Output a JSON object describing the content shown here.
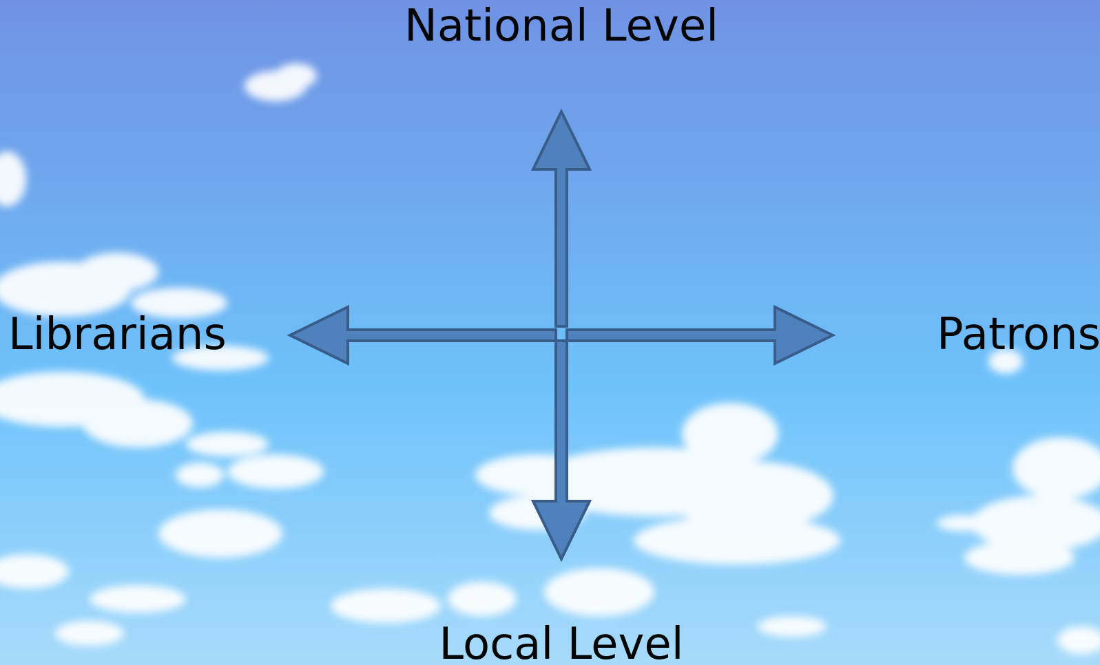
{
  "diagram": {
    "top_label": "National Level",
    "bottom_label": "Local Level",
    "left_label": "Librarians",
    "right_label": "Patrons"
  },
  "colors": {
    "arrow_fill": "#4f81bd",
    "arrow_stroke": "#385d8a",
    "sky_top": "#7092e4",
    "sky_bottom": "#a8dbfb",
    "cloud": "#ffffff"
  }
}
